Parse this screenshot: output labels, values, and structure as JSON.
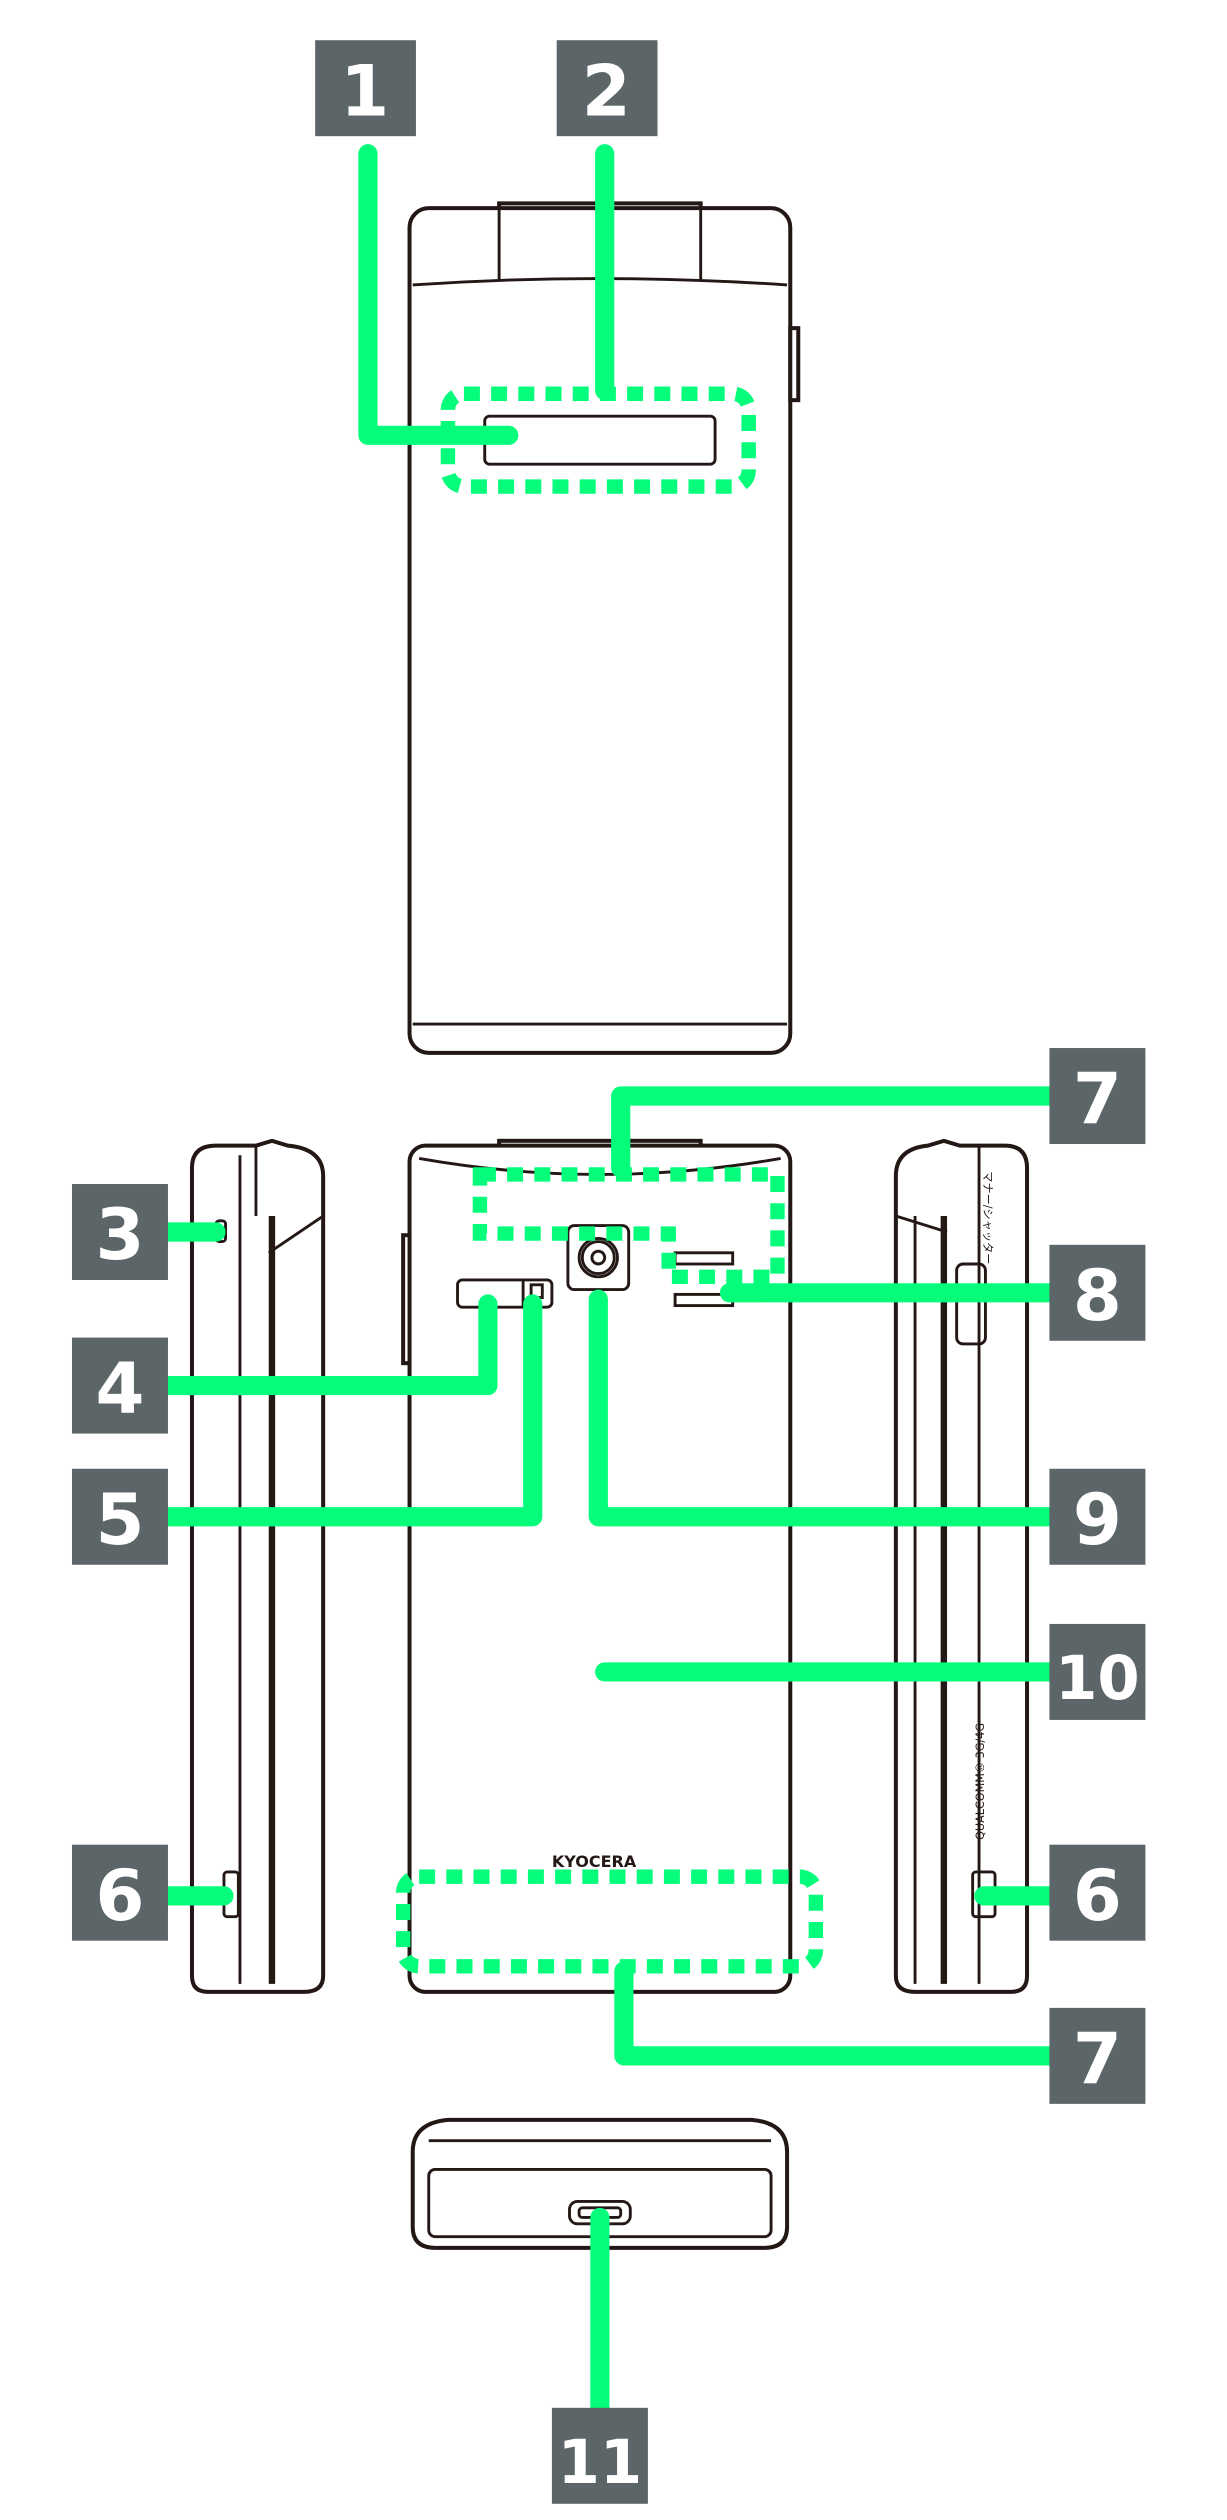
{
  "labels": {
    "l1": "1",
    "l2": "2",
    "l3": "3",
    "l4": "4",
    "l5": "5",
    "l6a": "6",
    "l6b": "6",
    "l7a": "7",
    "l7b": "7",
    "l8": "8",
    "l9": "9",
    "l10": "10",
    "l11": "11"
  },
  "side_text": {
    "manner": "マナー/シャッター",
    "qualcomm": "QUALCOMM® 3G/4G"
  },
  "logo": "KYOCERA",
  "colors": {
    "callout": "#05fd7b",
    "badge": "#5c6668",
    "outline": "#231815"
  }
}
